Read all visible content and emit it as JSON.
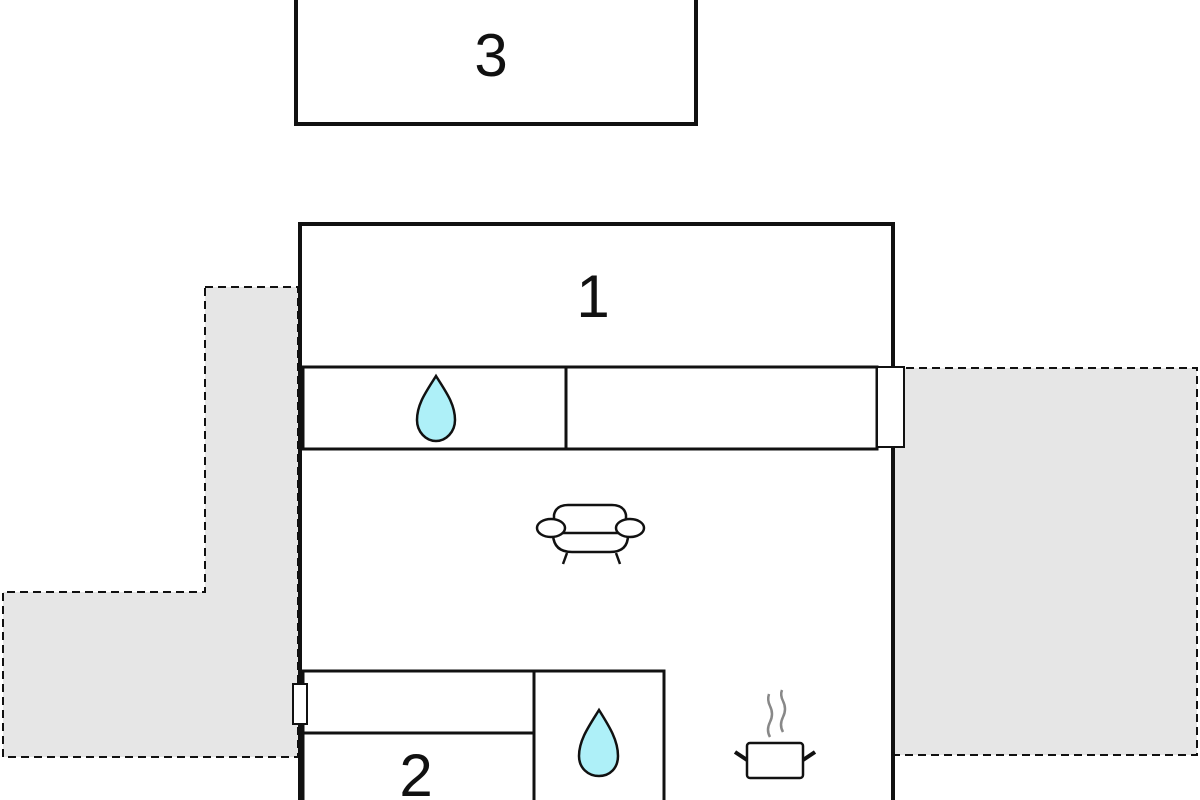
{
  "rooms": {
    "room_1": "1",
    "room_2": "2",
    "room_3": "3"
  },
  "icons": [
    "water-drop-icon",
    "sofa-icon",
    "cooking-pot-icon"
  ],
  "colors": {
    "terrace": "#e6e6e6",
    "water": "#aef0f8",
    "wall": "#111111"
  }
}
